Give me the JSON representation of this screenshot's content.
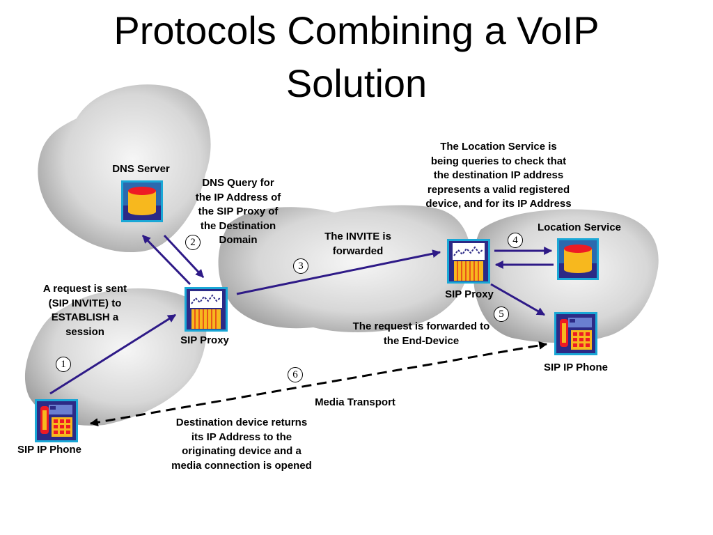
{
  "title": {
    "line1": "Protocols Combining a VoIP",
    "line2": "Solution"
  },
  "labels": {
    "dns_server": "DNS Server",
    "dns_query": [
      "DNS Query for",
      "the IP Address of",
      "the SIP Proxy of",
      "the Destination",
      "Domain"
    ],
    "location_service_text": [
      "The Location Service is",
      "being queries to check that",
      "the destination IP address",
      "represents a valid registered",
      "device, and for its IP Address"
    ],
    "location_service": "Location Service",
    "invite_forwarded": [
      "The INVITE is",
      "forwarded"
    ],
    "request_sent": [
      "A request is sent",
      "(SIP INVITE) to",
      "ESTABLISH a",
      "session"
    ],
    "sip_proxy_left": "SIP Proxy",
    "sip_proxy_right": "SIP Proxy",
    "request_forwarded": [
      "The request is forwarded to",
      "the End-Device"
    ],
    "sip_ip_phone_right": "SIP IP Phone",
    "media_transport": "Media Transport",
    "destination_returns": [
      "Destination device returns",
      "its IP Address to the",
      "originating device and a",
      "media connection is opened"
    ],
    "sip_ip_phone_left": "SIP IP Phone"
  },
  "steps": [
    "1",
    "2",
    "3",
    "4",
    "5",
    "6"
  ],
  "icons": {
    "database": "database-icon",
    "proxy": "sip-proxy-icon",
    "phone": "sip-phone-icon"
  },
  "colors": {
    "arrow": "#2e1a87",
    "icon_frame": "#1aa7d6",
    "icon_bg": "#2c2a86",
    "db_fill": "#f7b81e",
    "db_top": "#ee1b24",
    "proxy_fill": "#f7b81e",
    "proxy_stripes": "#e8541a",
    "phone_handset": "#ee1b24"
  }
}
